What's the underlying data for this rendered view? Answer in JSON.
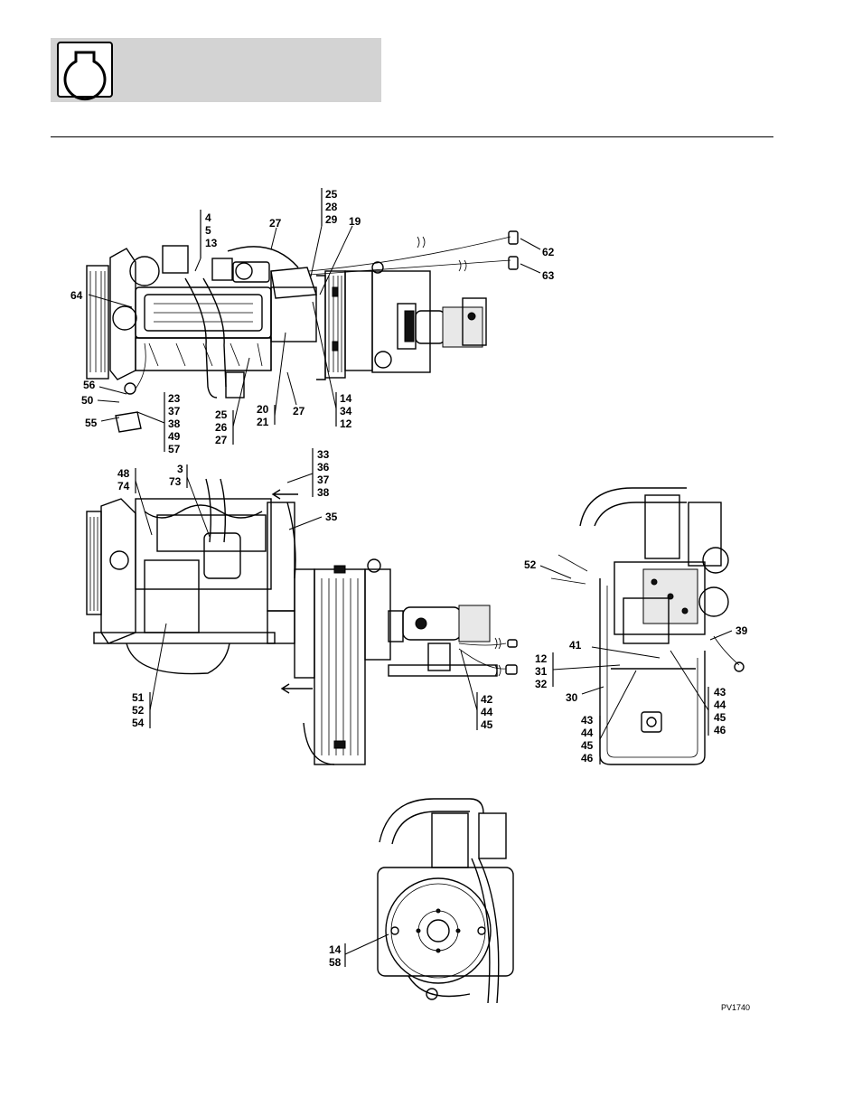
{
  "header": {
    "icon": "engine-icon"
  },
  "drawing_id": "PV1740",
  "callouts": {
    "c4": "4",
    "c5": "5",
    "c13": "13",
    "c27a": "27",
    "c25a": "25",
    "c28": "28",
    "c29": "29",
    "c19": "19",
    "c62": "62",
    "c63": "63",
    "c64": "64",
    "c56": "56",
    "c50": "50",
    "c55": "55",
    "c23": "23",
    "c37a": "37",
    "c38a": "38",
    "c49": "49",
    "c57": "57",
    "c25b": "25",
    "c26": "26",
    "c27b": "27",
    "c20": "20",
    "c21": "21",
    "c27c": "27",
    "c14a": "14",
    "c34": "34",
    "c12a": "12",
    "c48": "48",
    "c74": "74",
    "c3": "3",
    "c73": "73",
    "c33": "33",
    "c36": "36",
    "c37b": "37",
    "c38b": "38",
    "c35": "35",
    "c51": "51",
    "c52a": "52",
    "c54": "54",
    "c42": "42",
    "c44a": "44",
    "c45a": "45",
    "c52b": "52",
    "c39": "39",
    "c41": "41",
    "c12b": "12",
    "c31": "31",
    "c32": "32",
    "c30": "30",
    "c43a": "43",
    "c44b": "44",
    "c45b": "45",
    "c46a": "46",
    "c43b": "43",
    "c44c": "44",
    "c45c": "45",
    "c46b": "46",
    "c14b": "14",
    "c58": "58"
  }
}
